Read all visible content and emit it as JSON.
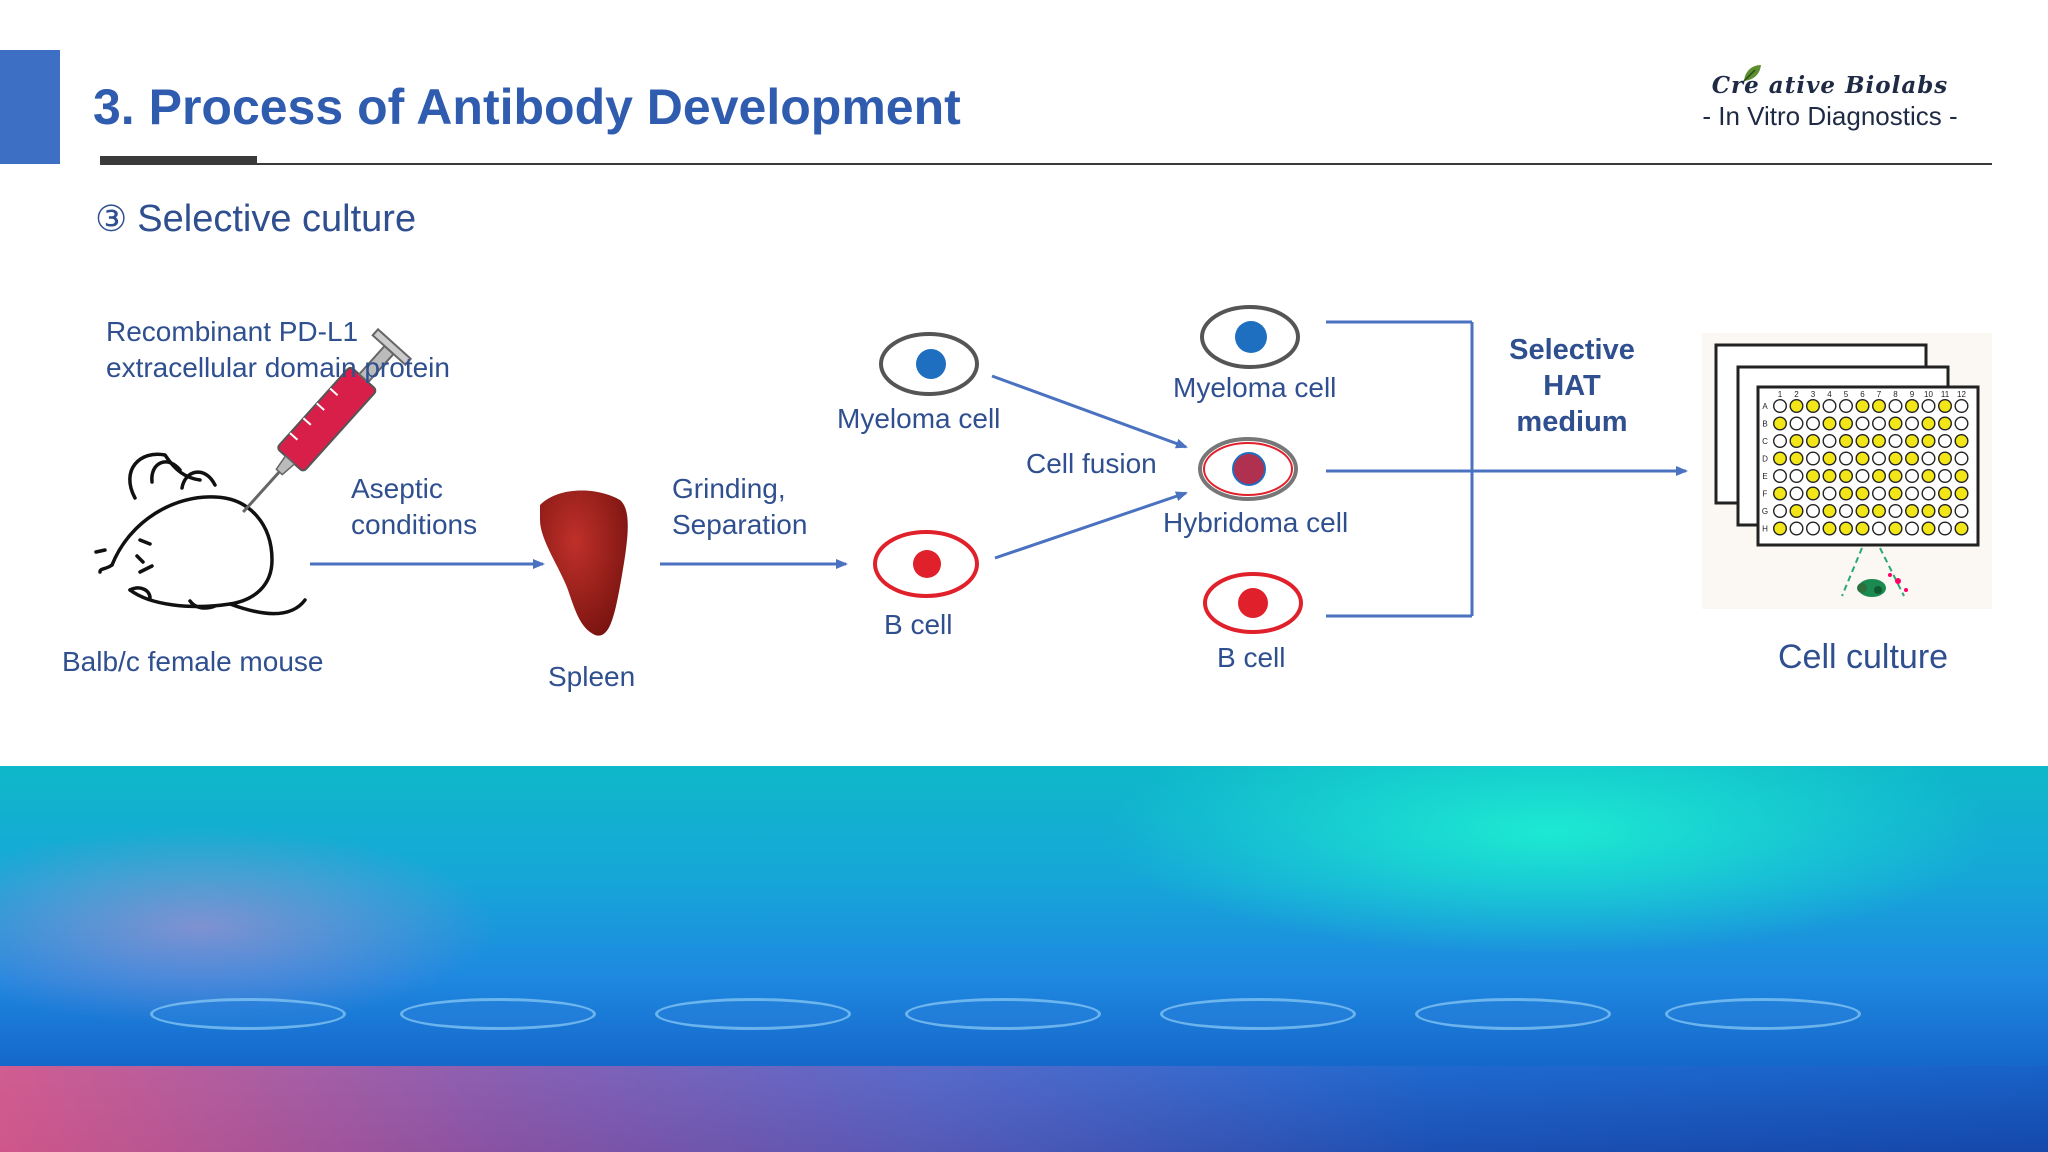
{
  "slide": {
    "title": "3. Process of Antibody Development",
    "subtitle_number": "③",
    "subtitle": "Selective culture"
  },
  "logo": {
    "brand": "Cre ative Biolabs",
    "tagline": "- In Vitro Diagnostics -"
  },
  "diagram": {
    "antigen_label": "Recombinant PD-L1\nextracellular domain protein",
    "mouse_label": "Balb/c female mouse",
    "step1_label": "Aseptic\nconditions",
    "spleen_label": "Spleen",
    "step2_label": "Grinding,\nSeparation",
    "myeloma_label_left": "Myeloma cell",
    "bcell_label_left": "B cell",
    "fusion_label": "Cell fusion",
    "myeloma_label_right": "Myeloma cell",
    "hybridoma_label": "Hybridoma cell",
    "bcell_label_right": "B cell",
    "medium_label": "Selective\nHAT\nmedium",
    "culture_label": "Cell culture",
    "plate_column_numbers": [
      "1",
      "2",
      "3",
      "4",
      "5",
      "6",
      "7",
      "8",
      "9",
      "10",
      "11",
      "12"
    ],
    "plate_row_letters": [
      "A",
      "B",
      "C",
      "D",
      "E",
      "F",
      "G",
      "H"
    ]
  },
  "colors": {
    "title_blue": "#2f5cae",
    "accent_bar": "#3d6fc4",
    "label_blue": "#2f4f8f",
    "arrow_blue": "#4a72c0",
    "bcell_red": "#e0202a",
    "nucleus_blue": "#1f6fc0",
    "well_yellow": "#f2e619"
  },
  "icons": [
    "mouse-illustration",
    "syringe-icon",
    "spleen-illustration",
    "well-plate-illustration",
    "leaf-icon"
  ]
}
